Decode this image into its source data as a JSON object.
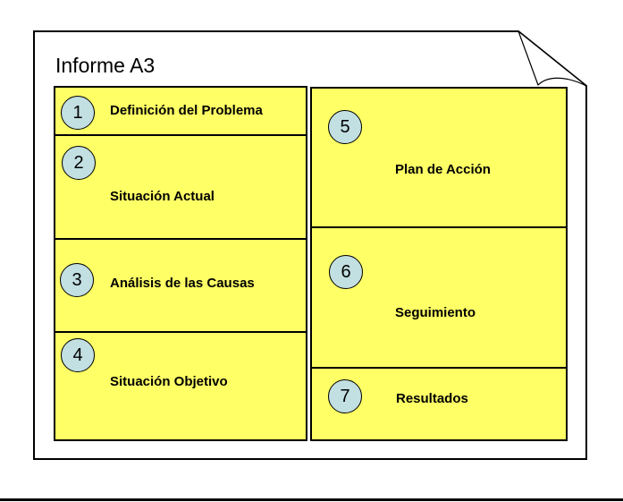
{
  "title": "Informe A3",
  "sections": [
    {
      "number": "1",
      "label": "Definición del Problema"
    },
    {
      "number": "2",
      "label": "Situación Actual"
    },
    {
      "number": "3",
      "label": "Análisis de las Causas"
    },
    {
      "number": "4",
      "label": "Situación Objetivo"
    },
    {
      "number": "5",
      "label": "Plan de Acción"
    },
    {
      "number": "6",
      "label": "Seguimiento"
    },
    {
      "number": "7",
      "label": "Resultados"
    }
  ],
  "colors": {
    "box_fill": "#FFFF66",
    "circle_fill": "#C2DFE2",
    "line_color": "#000000",
    "page_background": "#FFFFFF"
  }
}
